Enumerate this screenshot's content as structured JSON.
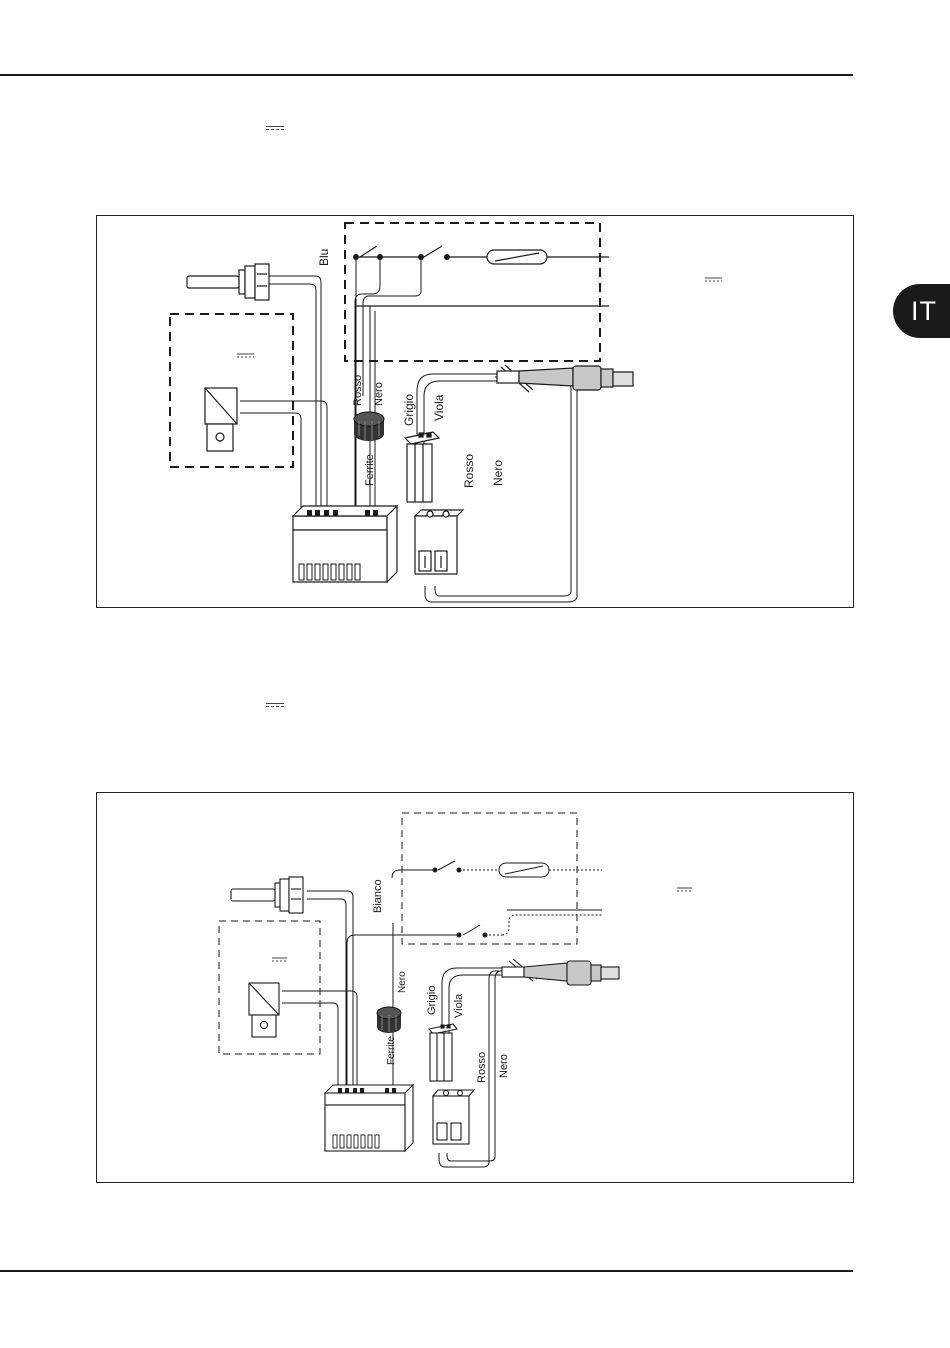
{
  "language_tab": "IT",
  "diagram_1": {
    "wires": {
      "blu": "Blu",
      "rosso_top": "Rosso",
      "nero_top": "Nero",
      "grigio": "Grigio",
      "viola": "Viola",
      "ferrite": "Ferrite",
      "rosso_bottom": "Rosso",
      "nero_bottom": "Nero"
    }
  },
  "diagram_2": {
    "wires": {
      "bianco": "Bianco",
      "nero_top": "Nero",
      "grigio": "Grigio",
      "viola": "Viola",
      "ferrite": "Ferrite",
      "rosso_bottom": "Rosso",
      "nero_bottom": "Nero"
    }
  },
  "colors": {
    "ink": "#1a1a1a",
    "tab_background": "#1a1a1a",
    "tab_text": "#ffffff",
    "connector_grey": "#c8c8c8"
  }
}
